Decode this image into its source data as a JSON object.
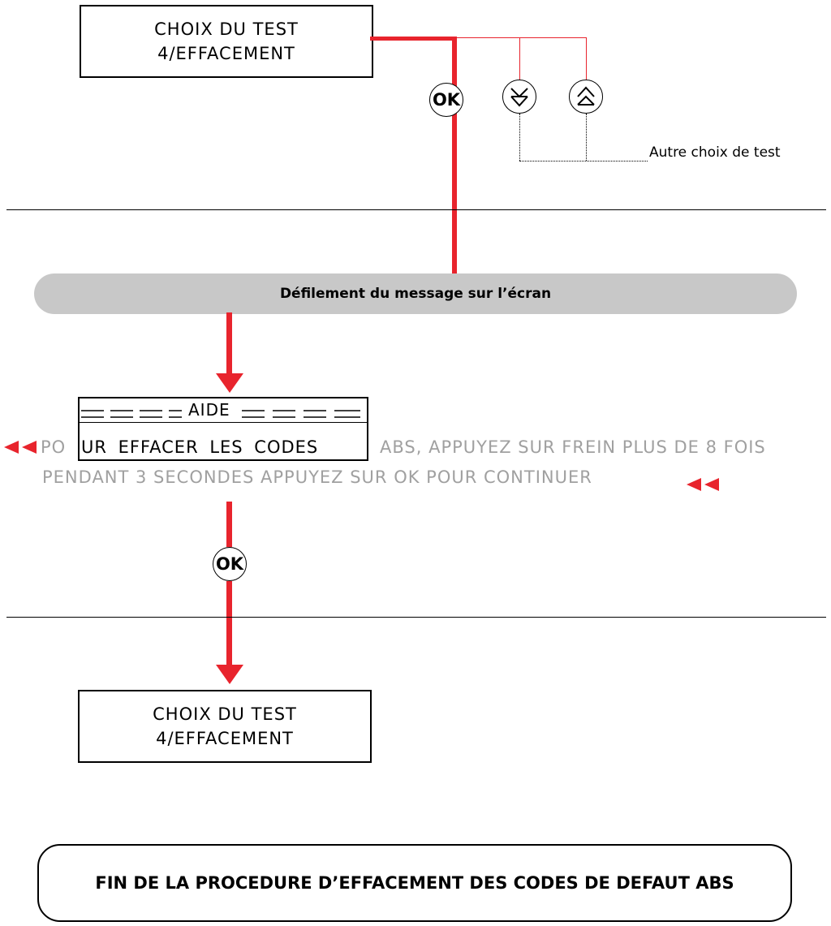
{
  "top_screen": {
    "line1": "CHOIX DU TEST",
    "line2": "4/EFFACEMENT"
  },
  "top_buttons": {
    "ok": "OK",
    "down_icon": "double-chevron-down-icon",
    "up_icon": "double-chevron-up-icon"
  },
  "other_choice_label": "Autre choix de test",
  "message_band": "Défilement du message sur l’écran",
  "help_screen": {
    "title": "AIDE",
    "row1_left": "PO",
    "row1_boxed": "UR EFFACER LES CODES",
    "row1_right": "ABS, APPUYEZ SUR FREIN PLUS DE 8 FOIS",
    "row2": "PENDANT 3 SECONDES APPUYEZ SUR OK POUR CONTINUER"
  },
  "middle_button": {
    "ok": "OK"
  },
  "bottom_screen": {
    "line1": "CHOIX DU TEST",
    "line2": "4/EFFACEMENT"
  },
  "end_banner": "FIN DE LA PROCEDURE D’EFFACEMENT DES CODES DE DEFAUT ABS",
  "colors": {
    "flow_red": "#e8242d",
    "band_grey": "#c8c8c8",
    "scroll_text_grey": "#a0a0a0"
  }
}
